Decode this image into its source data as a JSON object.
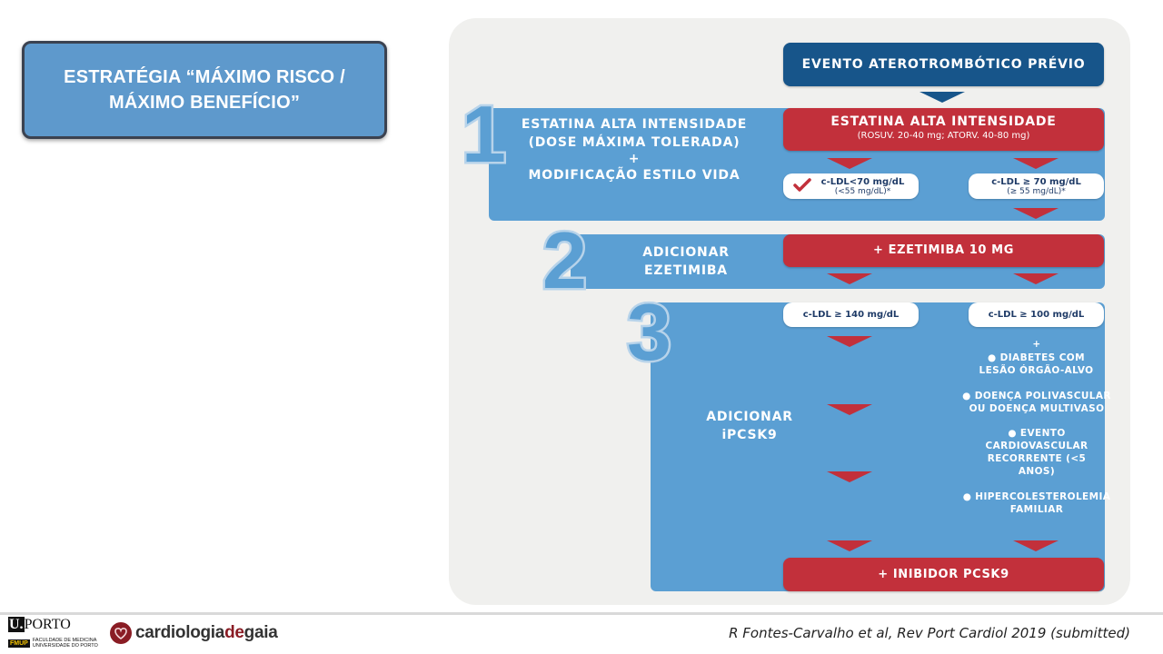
{
  "slide_title": "ESTRATÉGIA “MÁXIMO RISCO / MÁXIMO BENEFÍCIO”",
  "top_event": "EVENTO ATEROTROMBÓTICO PRÉVIO",
  "step1": {
    "number": "1",
    "line1": "ESTATINA ALTA INTENSIDADE",
    "line2": "(DOSE MÁXIMA TOLERADA)",
    "plus": "+",
    "line3": "MODIFICAÇÃO ESTILO VIDA",
    "red_title": "ESTATINA ALTA INTENSIDADE",
    "red_sub": "(ROSUV. 20-40 mg; ATORV. 40-80 mg)",
    "pill_left_1": "c-LDL<70 mg/dL",
    "pill_left_2": "(<55 mg/dL)*",
    "pill_right_1": "c-LDL ≥ 70 mg/dL",
    "pill_right_2": "(≥ 55 mg/dL)*"
  },
  "step2": {
    "number": "2",
    "line1": "ADICIONAR",
    "line2": "EZETIMIBA",
    "red": "+ EZETIMIBA 10 MG"
  },
  "step3": {
    "number": "3",
    "line1": "ADICIONAR",
    "line2": "iPCSK9",
    "pill_left": "c-LDL ≥ 140 mg/dL",
    "pill_right": "c-LDL ≥ 100 mg/dL",
    "plus": "+",
    "criteria": [
      "● DIABETES COM LESÃO ÓRGÃO-ALVO",
      "● DOENÇA POLIVASCULAR OU DOENÇA MULTIVASO",
      "● EVENTO CARDIOVASCULAR RECORRENTE (<5 ANOS)",
      "● HIPERCOLESTEROLEMIA FAMILIAR"
    ],
    "red": "+ INIBIDOR PCSK9"
  },
  "footer": {
    "uporto_u": "U.",
    "uporto_name": "PORTO",
    "fmup": "FMUP",
    "fmup_line1": "FACULDADE DE MEDICINA",
    "fmup_line2": "UNIVERSIDADE DO PORTO",
    "logo_text_a": "cardiologia",
    "logo_text_b": "de",
    "logo_text_c": "gaia",
    "citation": "R Fontes-Carvalho et al, Rev Port Cardiol 2019 (submitted)"
  },
  "colors": {
    "band_blue": "#5b9fd3",
    "navy": "#17558a",
    "red": "#c2303b",
    "title_box": "#5e99cc"
  }
}
